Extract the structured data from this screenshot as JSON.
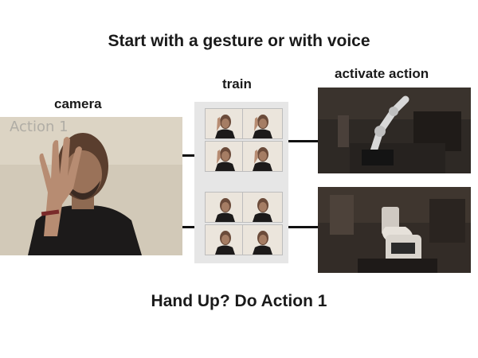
{
  "title": "Start with a gesture or with voice",
  "labels": {
    "camera": "camera",
    "train": "train",
    "activate": "activate action"
  },
  "camera_overlay": "Action 1",
  "footer": "Hand Up? Do Action 1",
  "colors": {
    "background": "#ffffff",
    "text": "#1a1a1a",
    "connector": "#111111",
    "train_panel": "#e6e6e6"
  },
  "train_groups": [
    {
      "name": "action-1-samples",
      "count": 4
    },
    {
      "name": "action-2-samples",
      "count": 4
    }
  ]
}
